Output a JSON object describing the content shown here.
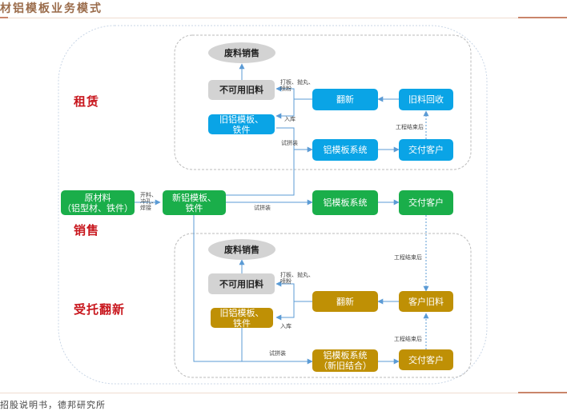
{
  "title": "材铝模板业务模式",
  "footer": "招股说明书，德邦研究所",
  "colors": {
    "lease": "#0aa4e6",
    "sales": "#1aae4a",
    "renovation": "#bf9005",
    "scrap": "#d3d3d3",
    "section_label": "#c8161d",
    "arrow": "#5b9bd5"
  },
  "sections": {
    "lease": "租赁",
    "sales": "销售",
    "renovation": "受托翻新"
  },
  "lease": {
    "scrap_sale": "废料销售",
    "unusable": "不可用旧料",
    "refurbish": "翻新",
    "recycle": "旧料回收",
    "old_template": "旧铝模板、铁件",
    "system": "铝模板系统",
    "deliver": "交付客户",
    "label_polish": "打板、抛丸、喷粉",
    "label_store": "入库",
    "label_trial": "试拼装",
    "label_after": "工程结束后"
  },
  "sales": {
    "raw": "原材料（铝型材、铁件）",
    "raw_line1": "原材料",
    "raw_line2": "（铝型材、铁件）",
    "label_process": "开料、冲孔、焊接",
    "new_template": "新铝模板、铁件",
    "label_trial": "试拼装",
    "system": "铝模板系统",
    "deliver": "交付客户"
  },
  "renovation": {
    "scrap_sale": "废料销售",
    "unusable": "不可用旧料",
    "refurbish": "翻新",
    "customer_old": "客户旧料",
    "old_template": "旧铝模板、铁件",
    "system_line1": "铝模板系统",
    "system_line2": "（新旧结合）",
    "deliver": "交付客户",
    "label_polish": "打板、抛丸、喷粉",
    "label_store": "入库",
    "label_trial": "试拼装",
    "label_after_top": "工程结束后",
    "label_after_bottom": "工程结束后"
  }
}
